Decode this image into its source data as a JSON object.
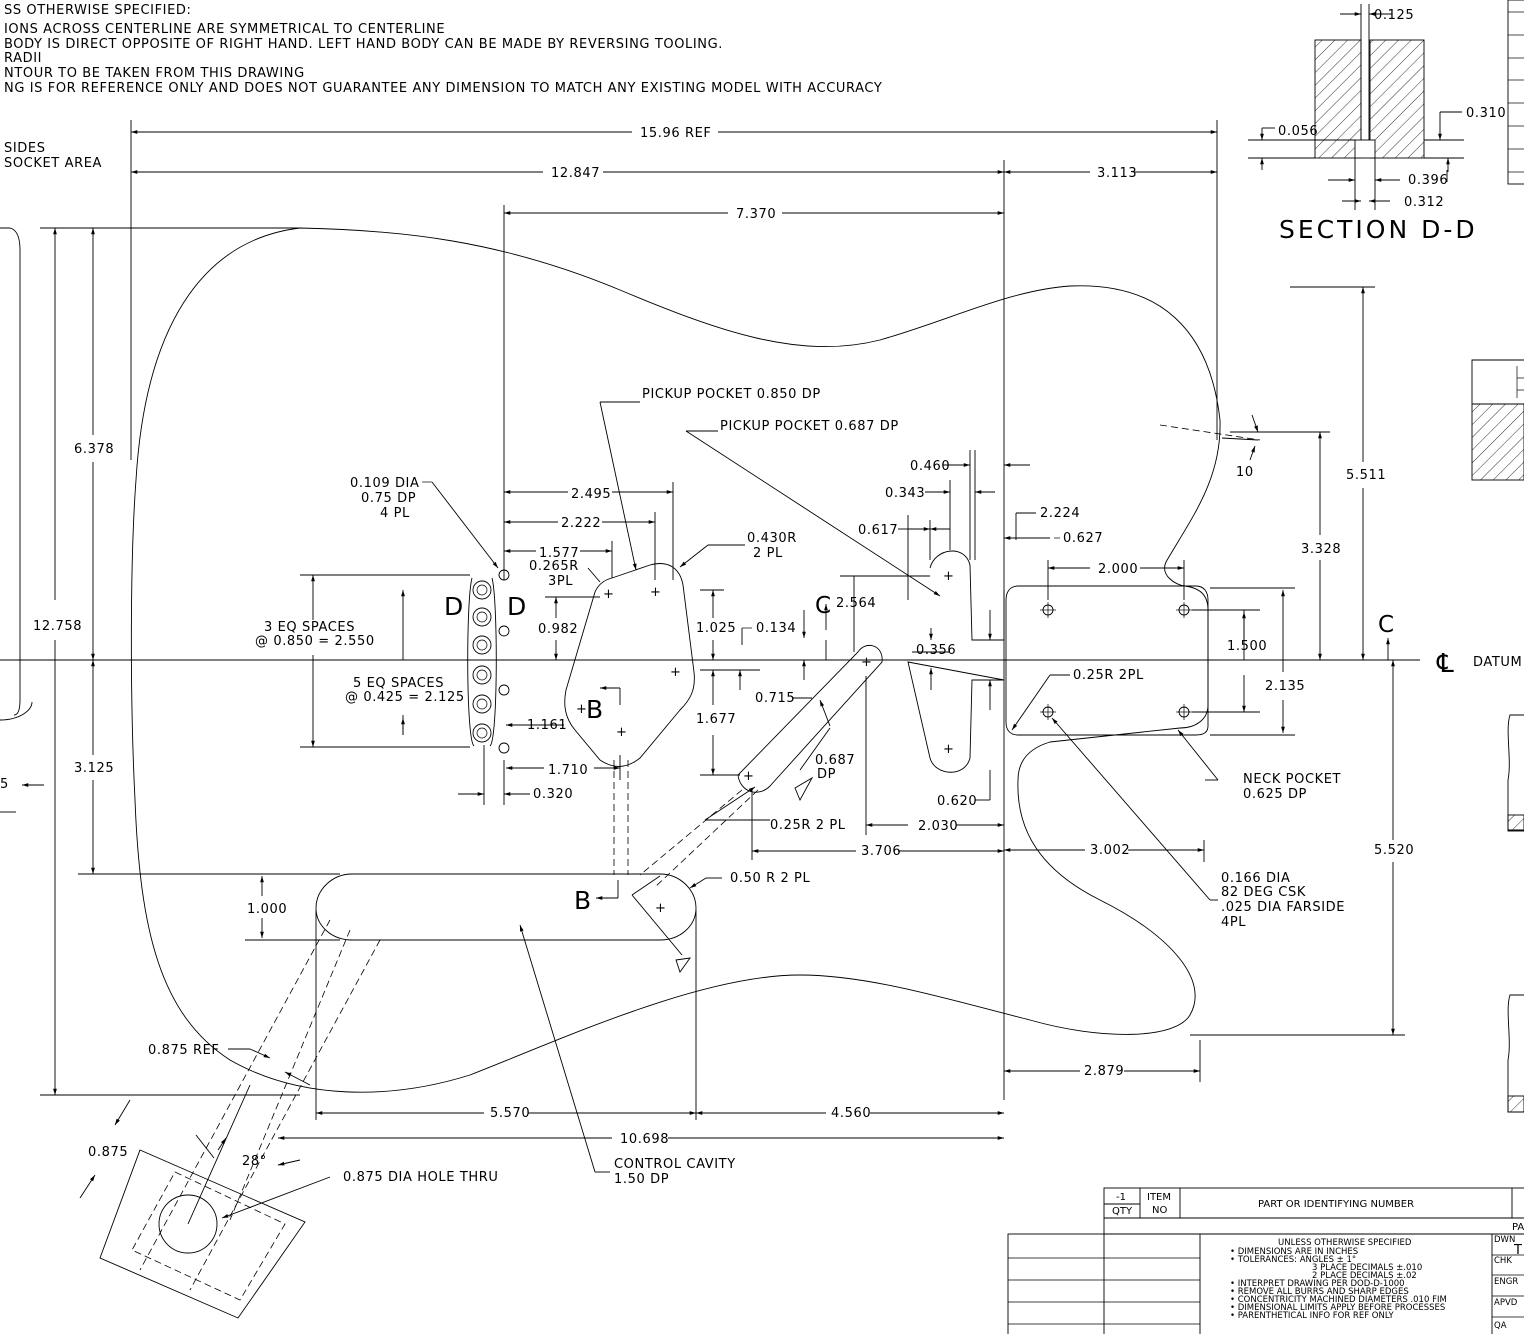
{
  "notes": [
    "SS OTHERWISE SPECIFIED:",
    "IONS ACROSS CENTERLINE ARE SYMMETRICAL TO CENTERLINE",
    "BODY IS DIRECT OPPOSITE OF RIGHT HAND. LEFT HAND BODY CAN BE MADE BY REVERSING TOOLING.",
    "RADII",
    "NTOUR TO BE TAKEN FROM THIS DRAWING",
    "NG IS FOR REFERENCE ONLY AND DOES NOT GUARANTEE ANY DIMENSION TO MATCH ANY EXISTING MODEL WITH ACCURACY"
  ],
  "side_notes": [
    "SIDES",
    "SOCKET AREA"
  ],
  "section": {
    "title": "SECTION D-D",
    "dims": {
      "d0125": "0.125",
      "d0056": "0.056",
      "d0310": "0.310",
      "d0396": "0.396",
      "d0312": "0.312"
    }
  },
  "dims": {
    "overall": "15.96 REF",
    "d12847": "12.847",
    "d3113": "3.113",
    "d7370": "7.370",
    "d6378": "6.378",
    "d12758": "12.758",
    "d3125": "3.125",
    "d5": "5",
    "d2495": "2.495",
    "d2222": "2.222",
    "d1577": "1.577",
    "d0982": "0.982",
    "d1025": "1.025",
    "d0134": "0.134",
    "d1677": "1.677",
    "d1161": "1.161",
    "d1710": "1.710",
    "d0320": "0.320",
    "d2564": "2.564",
    "d0715": "0.715",
    "d0356": "0.356",
    "d0460": "0.460",
    "d0343": "0.343",
    "d0617": "0.617",
    "d2224": "2.224",
    "d0627": "0.627",
    "d2000": "2.000",
    "d0687": "0.687",
    "d0687dp": "DP",
    "d0620": "0.620",
    "d2030": "2.030",
    "d3706": "3.706",
    "d3002": "3.002",
    "d1500": "1.500",
    "d2135": "2.135",
    "d3328": "3.328",
    "d5511": "5.511",
    "d5520": "5.520",
    "d10": "10",
    "d1000": "1.000",
    "d2879": "2.879",
    "d5570": "5.570",
    "d4560": "4.560",
    "d10698": "10.698",
    "d0875ref": "0.875 REF",
    "d0875": "0.875",
    "d28": "28°"
  },
  "labels": {
    "pickup1": "PICKUP POCKET 0.850 DP",
    "pickup2": "PICKUP POCKET 0.687 DP",
    "hole_dia": "0.109 DIA",
    "hole_dp": "0.75 DP",
    "hole_pl": "4 PL",
    "r0265": "0.265R",
    "r0265pl": "3PL",
    "r0430": "0.430R",
    "r0430pl": "2 PL",
    "eq3a": "3 EQ SPACES",
    "eq3b": "@ 0.850 = 2.550",
    "eq5a": "5 EQ SPACES",
    "eq5b": "@ 0.425 = 2.125",
    "r025_2pl": "0.25R 2PL",
    "r025_2pl_b": "0.25R 2 PL",
    "r050": "0.50 R 2 PL",
    "neck1": "NECK POCKET",
    "neck2": "0.625 DP",
    "csk1": "0.166 DIA",
    "csk2": "82 DEG CSK",
    "csk3": ".025 DIA FARSIDE",
    "csk4": "4PL",
    "control1": "CONTROL CAVITY",
    "control2": "1.50 DP",
    "hole_thru": "0.875 DIA HOLE THRU",
    "datum": "DATUM",
    "cl": "℄",
    "sec_c": "C",
    "sec_b": "B",
    "sec_d": "D"
  },
  "titleblock": {
    "qty": "QTY",
    "qty_val": "-1",
    "item": "ITEM",
    "item_no": "NO",
    "part": "PART OR IDENTIFYING NUMBER",
    "pa": "PA",
    "uos": "UNLESS OTHERWISE SPECIFIED",
    "spec": [
      "• DIMENSIONS ARE IN INCHES",
      "• TOLERANCES: ANGLES ± 1°",
      "3 PLACE DECIMALS ±.010",
      "2 PLACE DECIMALS ±.02",
      "• INTERPRET DRAWING PER DOD-D-1000",
      "• REMOVE ALL BURRS AND SHARP EDGES",
      "• CONCENTRICITY MACHINED DIAMETERS .010 FIM",
      "• DIMENSIONAL LIMITS APPLY BEFORE PROCESSES",
      "• PARENTHETICAL INFO FOR REF ONLY"
    ],
    "roles": [
      "DWN",
      "CHK",
      "ENGR",
      "APVD",
      "QA"
    ],
    "dwn_val": "T"
  }
}
